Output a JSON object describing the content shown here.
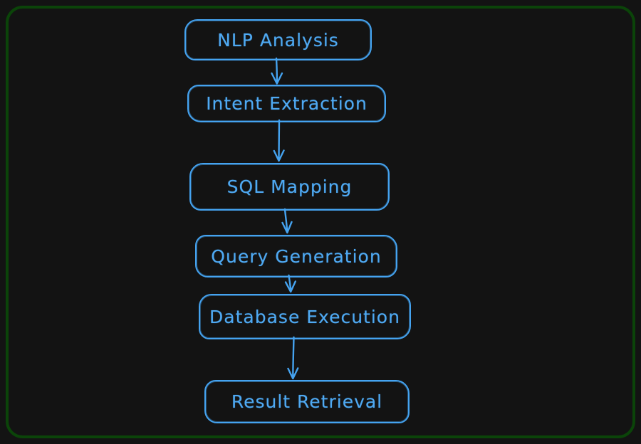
{
  "diagram": {
    "type": "flowchart",
    "direction": "top-down",
    "nodes": [
      {
        "id": "nlp-analysis",
        "label": "NLP Analysis"
      },
      {
        "id": "intent-extraction",
        "label": "Intent Extraction"
      },
      {
        "id": "sql-mapping",
        "label": "SQL Mapping"
      },
      {
        "id": "query-generation",
        "label": "Query Generation"
      },
      {
        "id": "database-execution",
        "label": "Database Execution"
      },
      {
        "id": "result-retrieval",
        "label": "Result Retrieval"
      }
    ],
    "edges": [
      {
        "from": "nlp-analysis",
        "to": "intent-extraction"
      },
      {
        "from": "intent-extraction",
        "to": "sql-mapping"
      },
      {
        "from": "sql-mapping",
        "to": "query-generation"
      },
      {
        "from": "query-generation",
        "to": "database-execution"
      },
      {
        "from": "database-execution",
        "to": "result-retrieval"
      }
    ],
    "colors": {
      "node_stroke": "#45a3f0",
      "node_text": "#4fa9f2",
      "frame_border": "#0b4409",
      "background": "#131313"
    }
  }
}
